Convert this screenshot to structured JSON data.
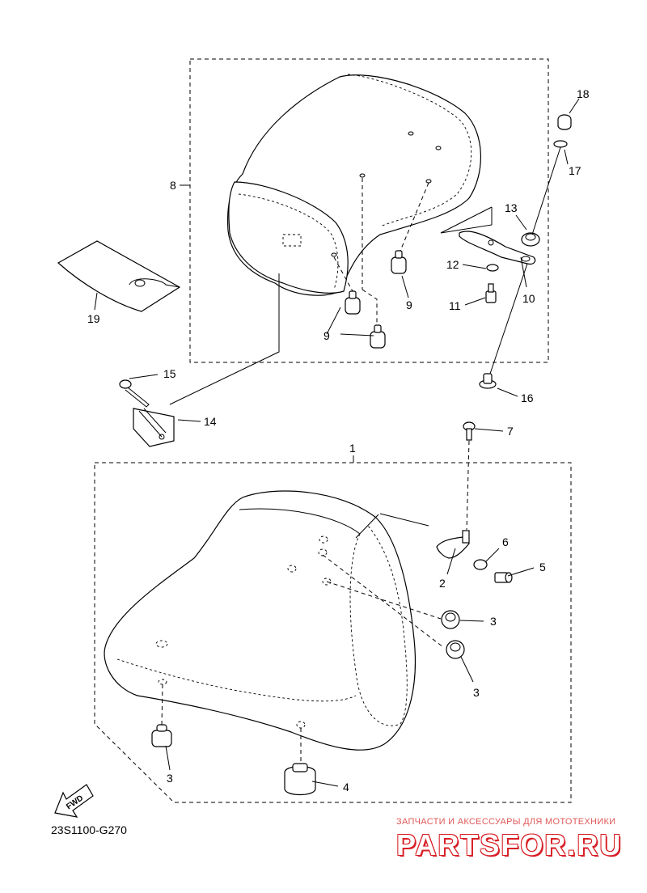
{
  "diagram_code": "23S1100-G270",
  "direction_label": "FWD",
  "watermark": {
    "tagline": "ЗАПЧАСТИ И АКСЕССУАРЫ ДЛЯ МОТОТЕХНИКИ",
    "brand": "PARTSFOR.RU",
    "color": "#d81f26"
  },
  "callouts": [
    {
      "id": "c1",
      "text": "1"
    },
    {
      "id": "c2",
      "text": "2"
    },
    {
      "id": "c3a",
      "text": "3"
    },
    {
      "id": "c3b",
      "text": "3"
    },
    {
      "id": "c3c",
      "text": "3"
    },
    {
      "id": "c4",
      "text": "4"
    },
    {
      "id": "c5",
      "text": "5"
    },
    {
      "id": "c6",
      "text": "6"
    },
    {
      "id": "c7",
      "text": "7"
    },
    {
      "id": "c8",
      "text": "8"
    },
    {
      "id": "c9a",
      "text": "9"
    },
    {
      "id": "c9b",
      "text": "9"
    },
    {
      "id": "c10",
      "text": "10"
    },
    {
      "id": "c11",
      "text": "11"
    },
    {
      "id": "c12",
      "text": "12"
    },
    {
      "id": "c13",
      "text": "13"
    },
    {
      "id": "c14",
      "text": "14"
    },
    {
      "id": "c15",
      "text": "15"
    },
    {
      "id": "c16",
      "text": "16"
    },
    {
      "id": "c17",
      "text": "17"
    },
    {
      "id": "c18",
      "text": "18"
    },
    {
      "id": "c19",
      "text": "19"
    }
  ]
}
